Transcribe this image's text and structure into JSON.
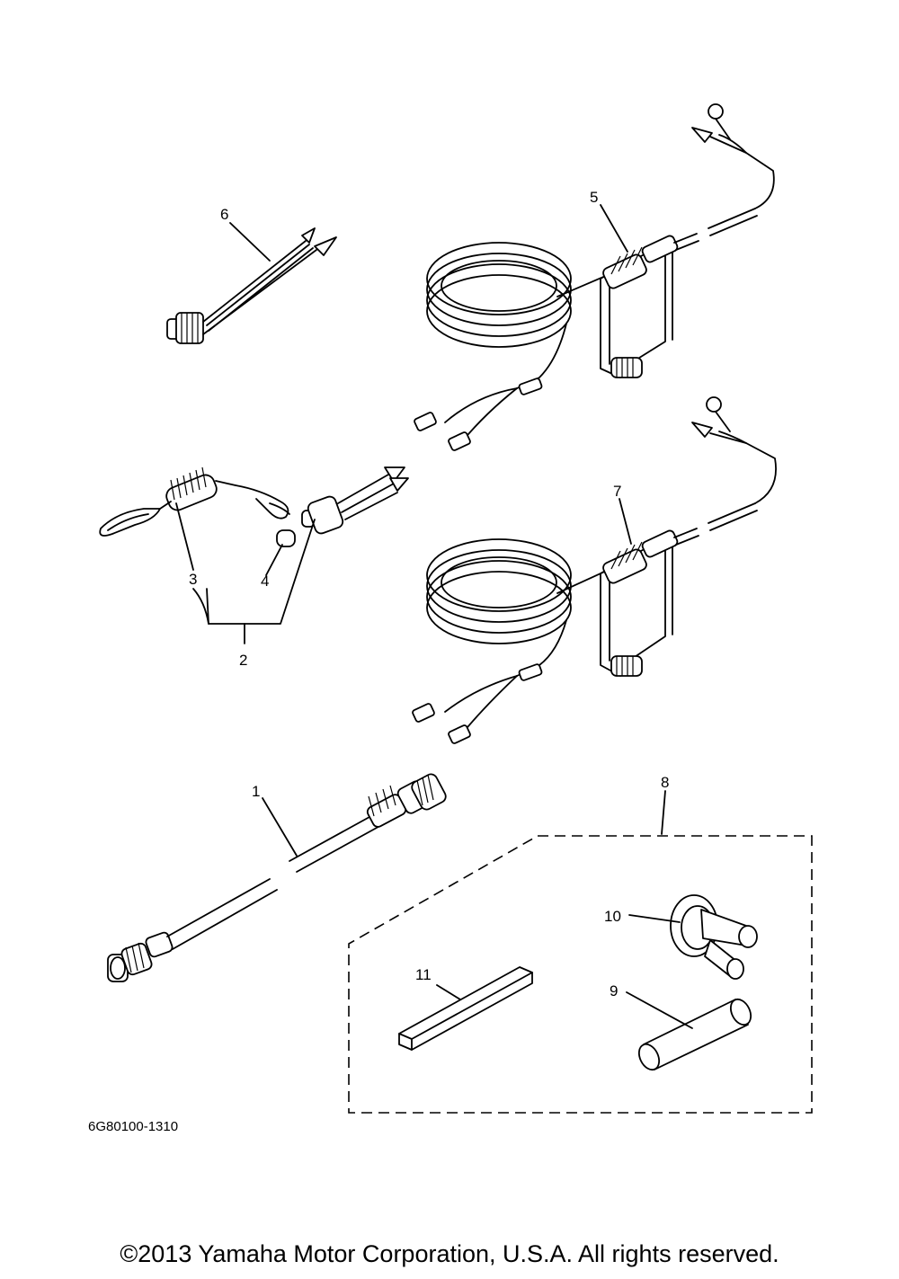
{
  "diagram": {
    "callouts": [
      "1",
      "2",
      "3",
      "4",
      "5",
      "6",
      "7",
      "8",
      "9",
      "10",
      "11"
    ],
    "drawing_code": "6G80100-1310",
    "copyright": "©2013 Yamaha Motor Corporation, U.S.A. All rights reserved."
  }
}
